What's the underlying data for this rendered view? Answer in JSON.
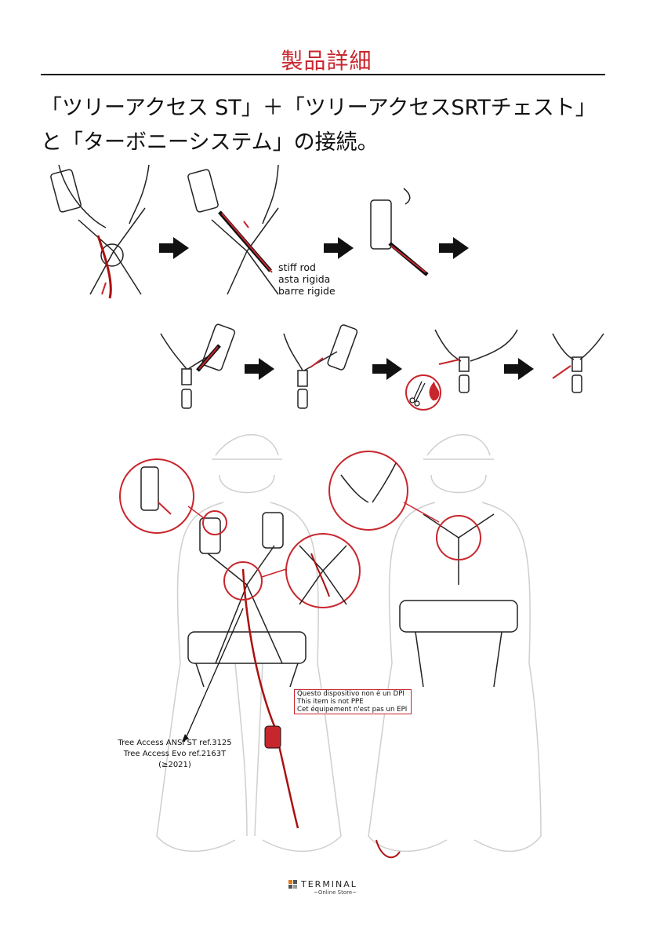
{
  "heading": "製品詳細",
  "intro": {
    "line1": "「ツリーアクセス ST」＋「ツリーアクセスSRTチェスト」",
    "line2": "と「ターボニーシステム」の接続。"
  },
  "labels": {
    "stiff_rod": [
      "stiff rod",
      "asta rigida",
      "barre rigide"
    ],
    "not_ppe": [
      "Questo dispositivo non è un DPI",
      "This item is not PPE",
      "Cet équipement n'est pas un EPI"
    ],
    "tree_access": [
      "Tree Access ANSI ST ref.3125",
      "Tree Access Evo ref.2163T (≥2021)"
    ]
  },
  "footer": {
    "brand": "TERMINAL",
    "sub": "~Online Store~"
  },
  "colors": {
    "accent": "#c8262d",
    "ink": "#111111",
    "line": "#bdbdbd"
  },
  "icons": [
    "arrow-right-icon",
    "scissors-icon",
    "flame-icon",
    "terminal-logo-icon"
  ]
}
